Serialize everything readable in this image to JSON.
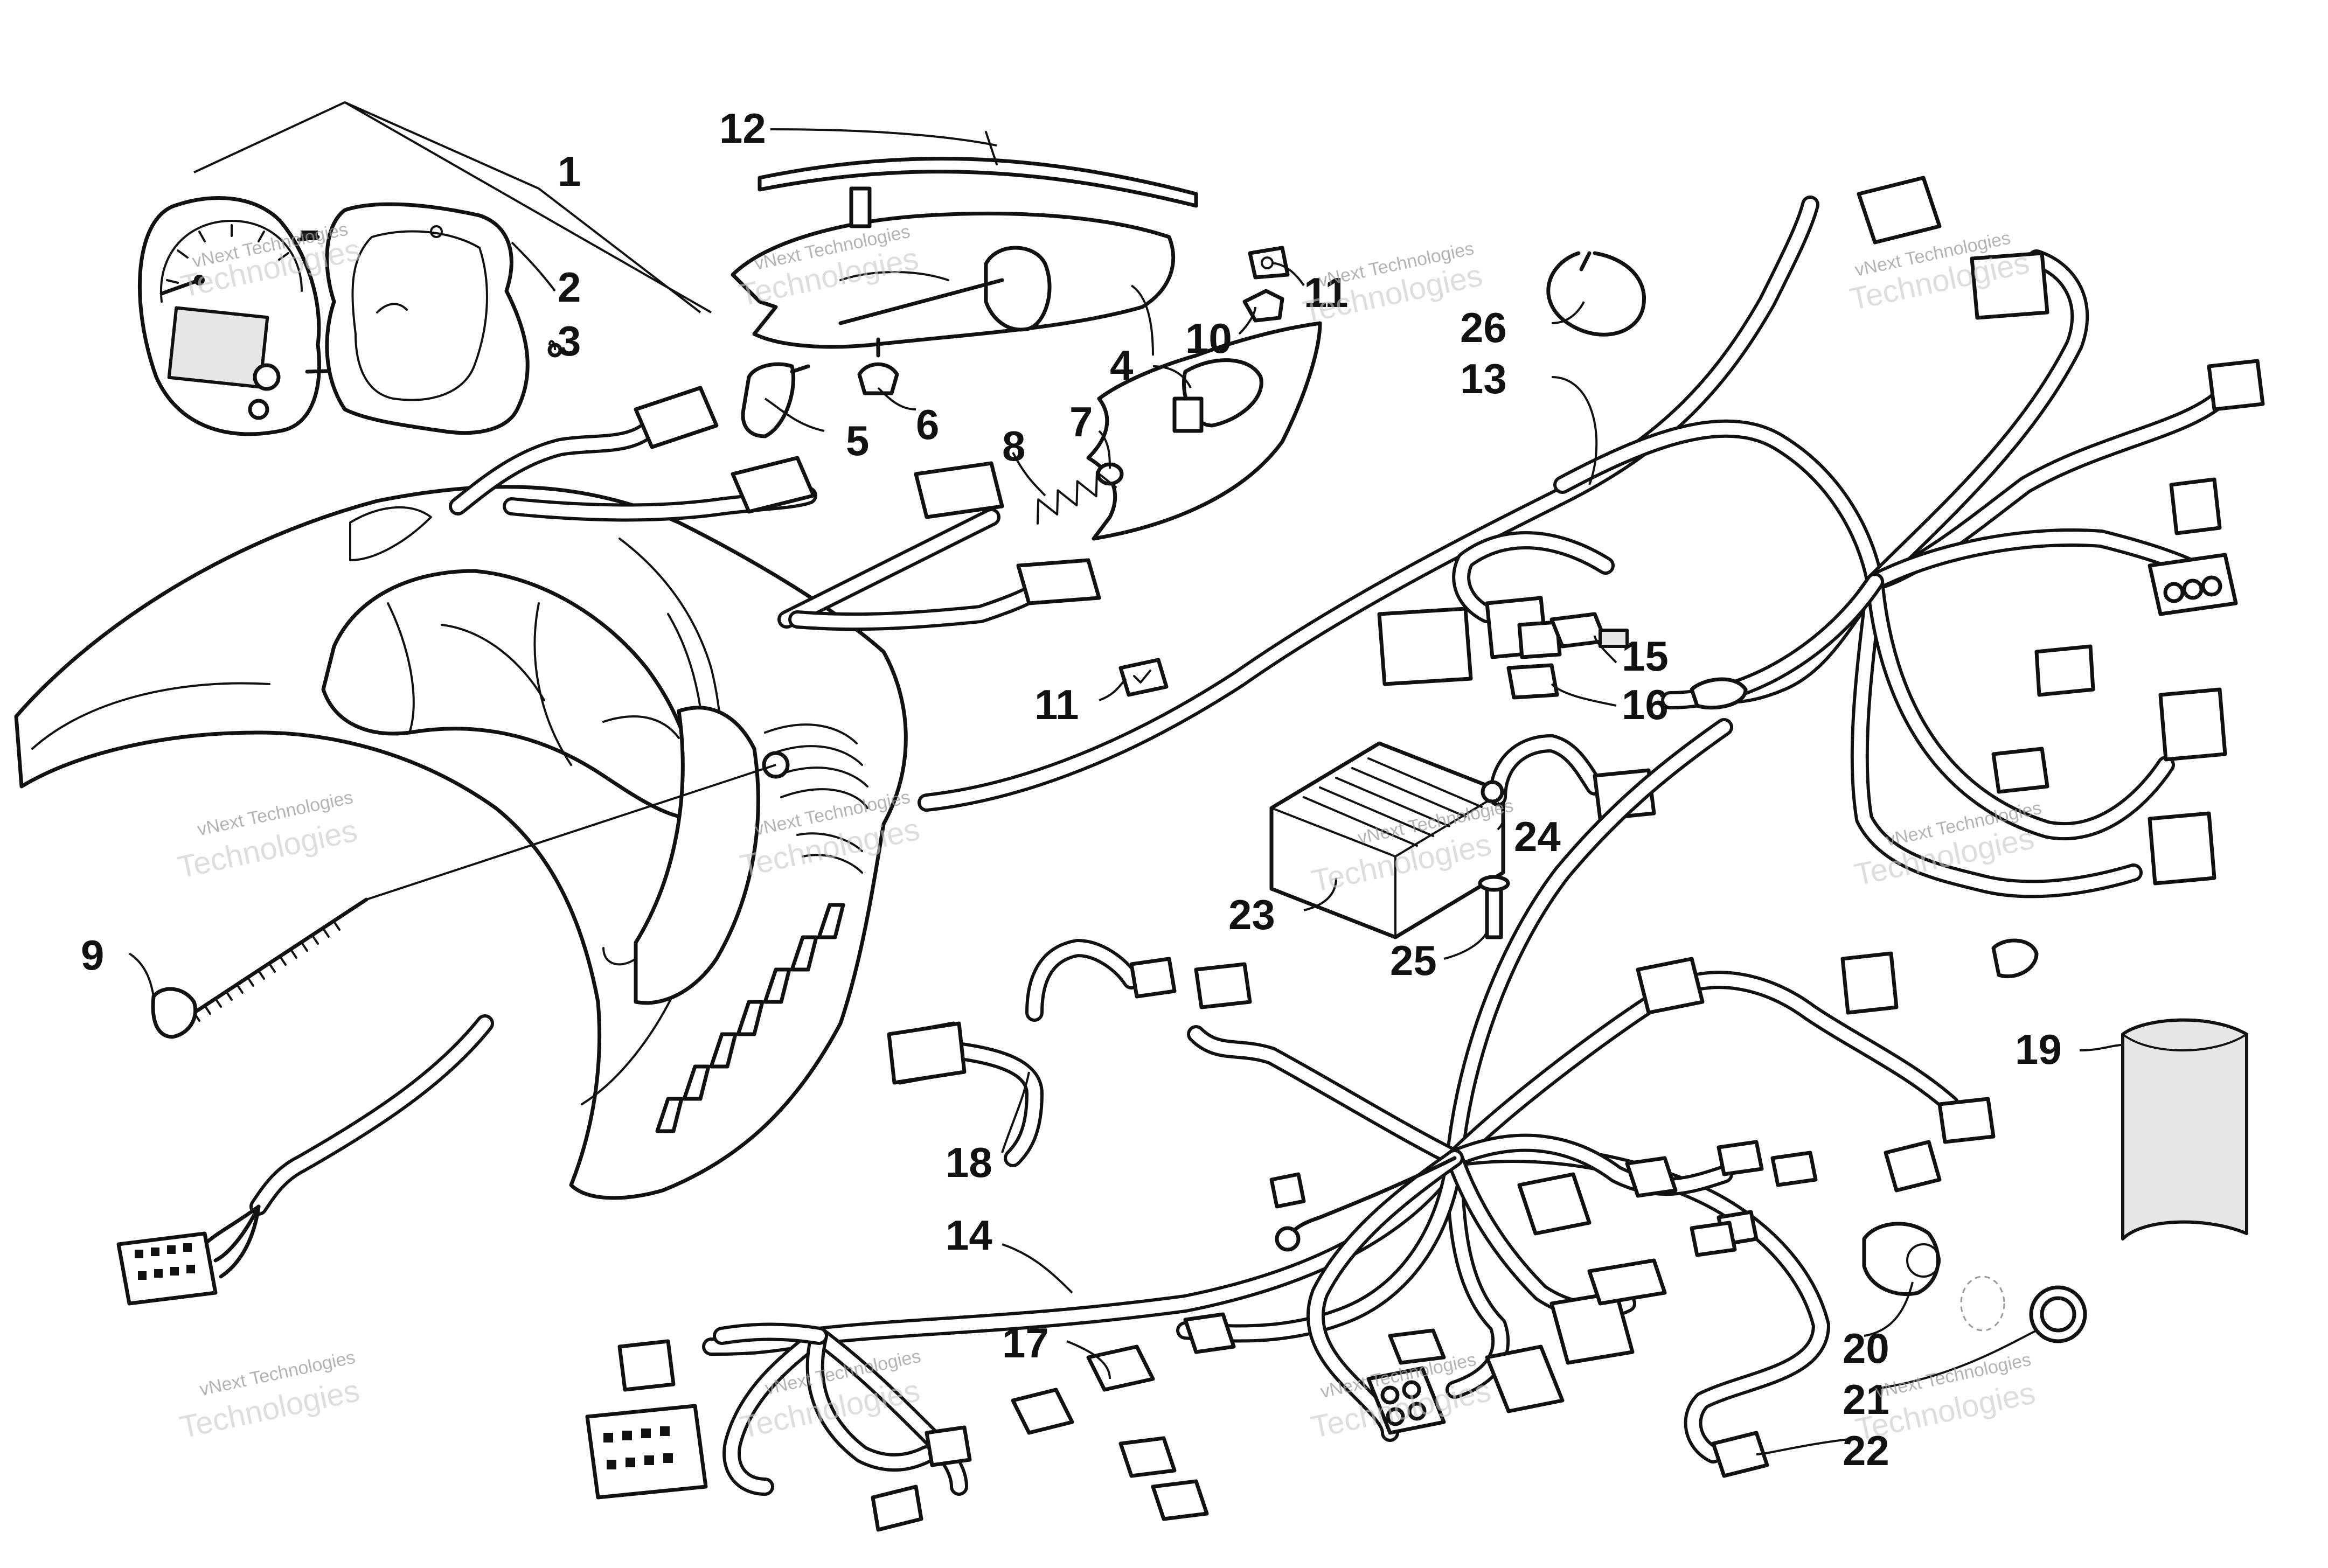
{
  "callouts": {
    "c1": "1",
    "c2": "2",
    "c3": "3",
    "c4": "4",
    "c5": "5",
    "c6": "6",
    "c7": "7",
    "c8": "8",
    "c9": "9",
    "c10": "10",
    "c11a": "11",
    "c11b": "11",
    "c12": "12",
    "c13": "13",
    "c14": "14",
    "c15": "15",
    "c16": "16",
    "c17": "17",
    "c18": "18",
    "c19": "19",
    "c20": "20",
    "c21": "21",
    "c22": "22",
    "c23": "23",
    "c24": "24",
    "c25": "25",
    "c26": "26"
  },
  "watermark": {
    "line1": "vNext Technologies",
    "line2": "Technologies"
  }
}
